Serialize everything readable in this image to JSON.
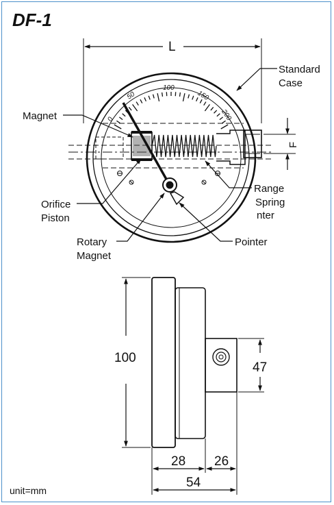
{
  "title": "DF-1",
  "unit_note": "unit=mm",
  "front_view": {
    "dimension_L": "L",
    "dimension_F": "F",
    "scale_labels": [
      "0",
      "50",
      "100",
      "150",
      "200"
    ],
    "labels": {
      "standard_case": [
        "Standard",
        "Case"
      ],
      "magnet": "Magnet",
      "range_spring": [
        "Range",
        "Spring",
        "nter"
      ],
      "orifice_piston": [
        "Orifice",
        "Piston"
      ],
      "rotary_magnet": [
        "Rotary",
        "Magnet"
      ],
      "pointer": "Pointer"
    }
  },
  "side_view": {
    "height": "100",
    "port_height": "47",
    "depth_body": "28",
    "depth_port": "26",
    "depth_total": "54"
  }
}
